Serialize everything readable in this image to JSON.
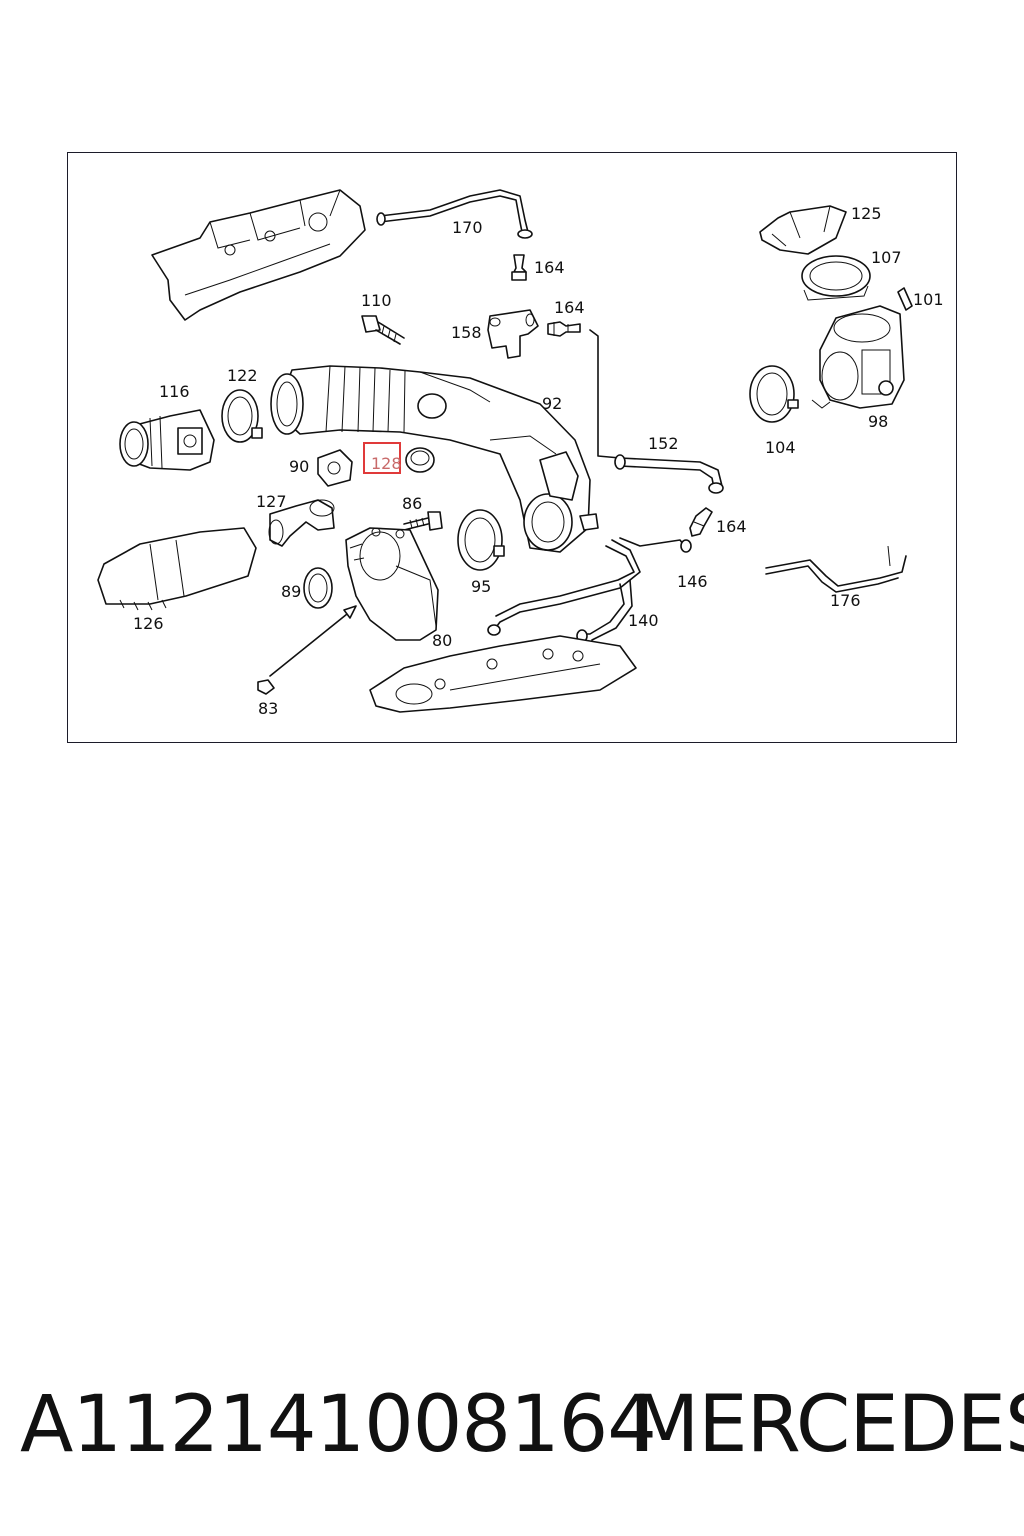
{
  "diagram": {
    "part_labels": {
      "p170": "170",
      "p164a": "164",
      "p125": "125",
      "p107": "107",
      "p101": "101",
      "p110": "110",
      "p158": "158",
      "p164b": "164",
      "p116": "116",
      "p122": "122",
      "p92": "92",
      "p104": "104",
      "p98": "98",
      "p90": "90",
      "p128": "128",
      "p152": "152",
      "p127": "127",
      "p86": "86",
      "p164c": "164",
      "p126": "126",
      "p95": "95",
      "p146": "146",
      "p89": "89",
      "p176": "176",
      "p140": "140",
      "p80": "80",
      "p83": "83"
    },
    "highlighted_part": "128",
    "highlight_color": "#e03a3a"
  },
  "footer": {
    "part_number": "A112141008164",
    "brand": "MERCEDES"
  }
}
